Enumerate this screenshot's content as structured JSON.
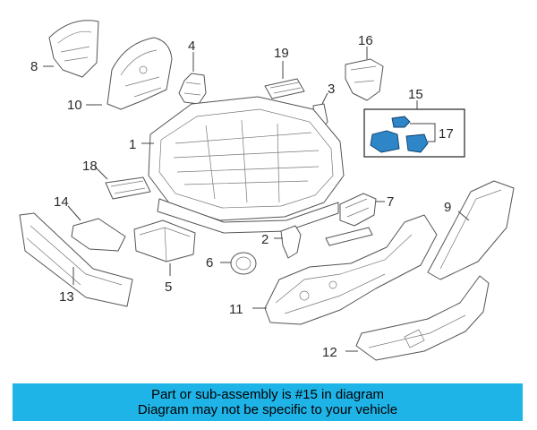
{
  "callouts": {
    "c1": "1",
    "c2": "2",
    "c3": "3",
    "c4": "4",
    "c5": "5",
    "c6": "6",
    "c7": "7",
    "c8": "8",
    "c9": "9",
    "c10": "10",
    "c11": "11",
    "c12": "12",
    "c13": "13",
    "c14": "14",
    "c15": "15",
    "c16": "16",
    "c17": "17",
    "c18": "18",
    "c19": "19"
  },
  "highlighted_part": "15",
  "colors": {
    "highlight": "#2e86c9",
    "banner": "#1fb4e8"
  },
  "banner": {
    "line1": "Part or sub-assembly is #15 in diagram",
    "line2": "Diagram may not be specific to your vehicle"
  }
}
